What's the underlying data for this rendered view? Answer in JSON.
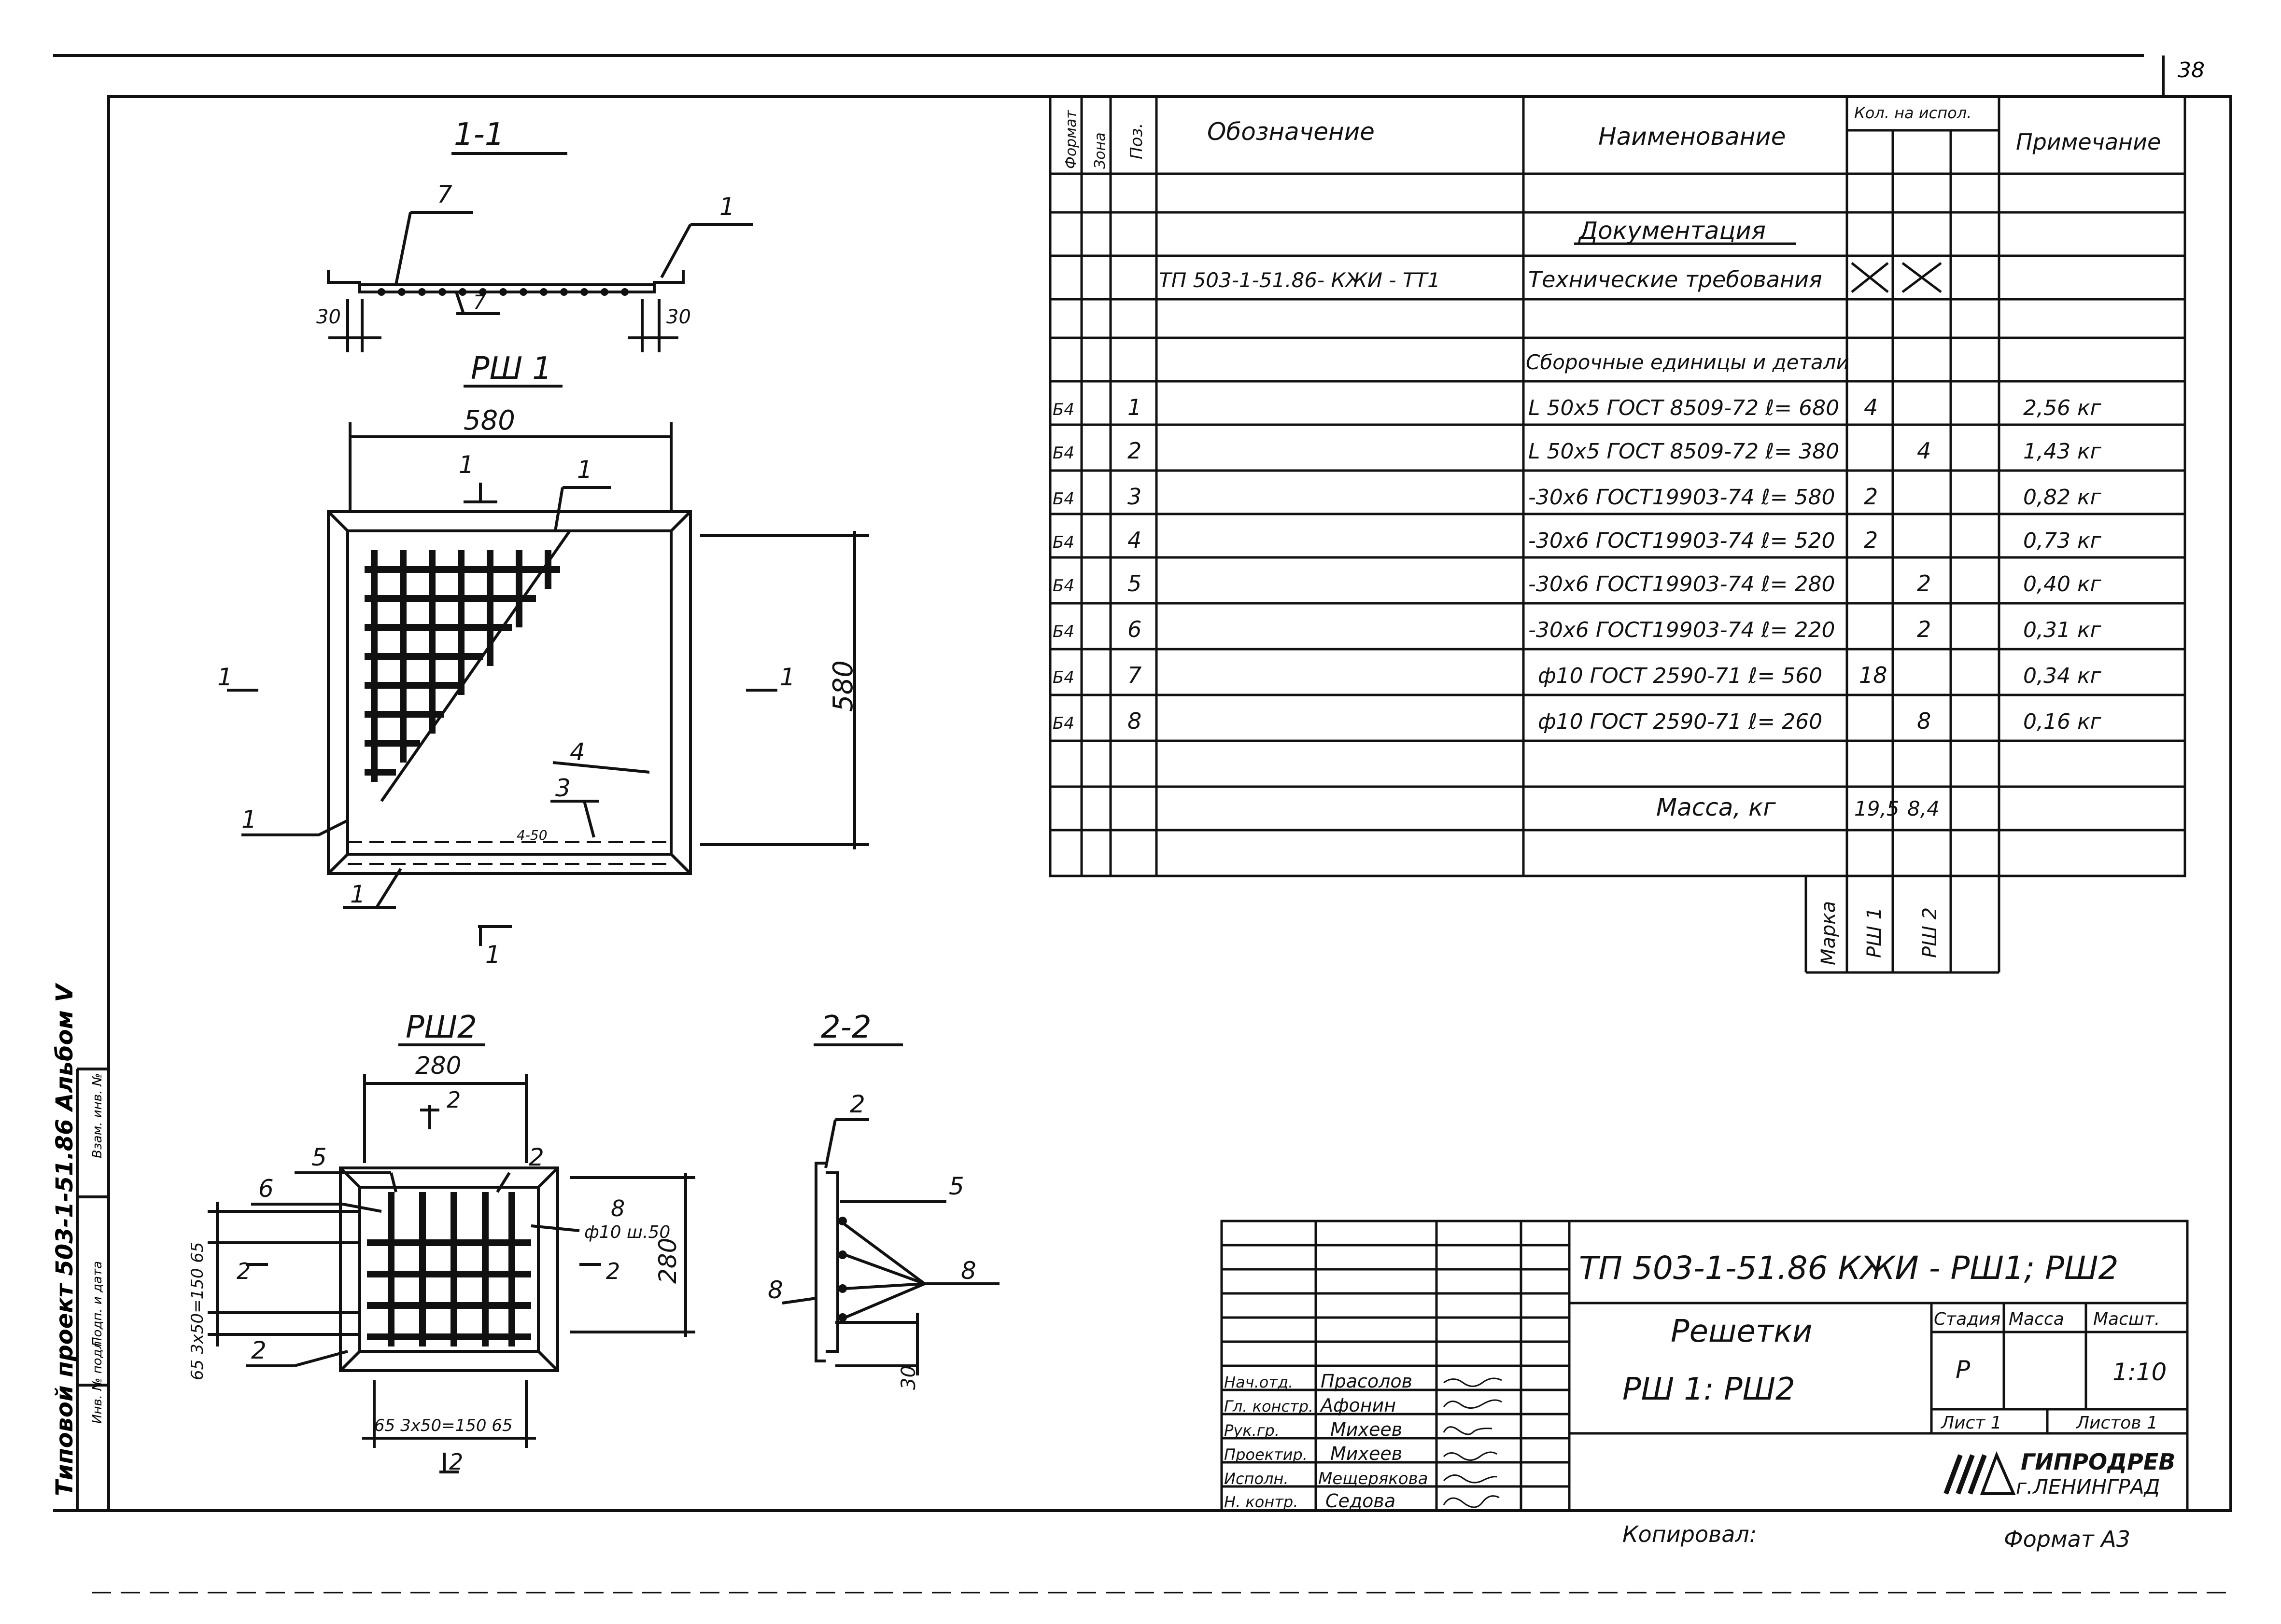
{
  "page_number": "38",
  "margin_stamp": [
    "Типовой проект 503-1-51.86 Альбом V",
    "Инв. № подл.",
    "Подп. и дата",
    "Взам. инв. №"
  ],
  "sections": {
    "sec11": {
      "title": "1-1",
      "callouts": [
        "7",
        "1",
        "7"
      ],
      "dims": [
        "30",
        "30"
      ]
    },
    "rsh1": {
      "title": "РШ 1",
      "dim_w": "580",
      "dim_h": "580",
      "section_mark": "1",
      "callouts": [
        "1",
        "1",
        "4",
        "3",
        "1",
        "1"
      ],
      "inner_note": "4-50"
    },
    "rsh2": {
      "title": "РШ2",
      "dim_w": "280",
      "dim_h": "280",
      "section_mark": "2",
      "callouts": [
        "5",
        "2",
        "6",
        "8",
        "2"
      ],
      "bar_note": "ф10 ш.50",
      "dim_left": "65 3х50=150 65",
      "dim_bottom": "65 3х50=150 65"
    },
    "sec22": {
      "title": "2-2",
      "callouts": [
        "2",
        "5",
        "8",
        "8"
      ],
      "dim": "30"
    }
  },
  "spec": {
    "header": {
      "format": "Формат",
      "zone": "Зона",
      "pos": "Поз.",
      "designation": "Обозначение",
      "name": "Наименование",
      "qty": "Кол. на испол.",
      "note": "Примечание"
    },
    "doc_heading": "Документация",
    "doc_row": {
      "designation": "ТП 503-1-51.86- КЖИ - ТТ1",
      "name": "Технические требования"
    },
    "asm_heading": "Сборочные единицы и детали",
    "rows": [
      {
        "fmt": "Б4",
        "pos": "1",
        "name": "L 50х5 ГОСТ 8509-72  ℓ= 680",
        "q1": "4",
        "q2": "",
        "note": "2,56  кг"
      },
      {
        "fmt": "Б4",
        "pos": "2",
        "name": "L 50х5 ГОСТ 8509-72  ℓ= 380",
        "q1": "",
        "q2": "4",
        "note": "1,43  кг"
      },
      {
        "fmt": "Б4",
        "pos": "3",
        "name": "-30х6 ГОСТ19903-74  ℓ= 580",
        "q1": "2",
        "q2": "",
        "note": "0,82  кг"
      },
      {
        "fmt": "Б4",
        "pos": "4",
        "name": "-30х6 ГОСТ19903-74  ℓ= 520",
        "q1": "2",
        "q2": "",
        "note": "0,73  кг"
      },
      {
        "fmt": "Б4",
        "pos": "5",
        "name": "-30х6 ГОСТ19903-74  ℓ= 280",
        "q1": "",
        "q2": "2",
        "note": "0,40  кг"
      },
      {
        "fmt": "Б4",
        "pos": "6",
        "name": "-30х6 ГОСТ19903-74  ℓ= 220",
        "q1": "",
        "q2": "2",
        "note": "0,31  кг"
      },
      {
        "fmt": "Б4",
        "pos": "7",
        "name": "ф10 ГОСТ 2590-71  ℓ= 560",
        "q1": "18",
        "q2": "",
        "note": "0,34  кг"
      },
      {
        "fmt": "Б4",
        "pos": "8",
        "name": "ф10 ГОСТ 2590-71  ℓ= 260",
        "q1": "",
        "q2": "8",
        "note": "0,16  кг"
      }
    ],
    "mass_label": "Масса,  кг",
    "mass_q1": "19,5",
    "mass_q2": "8,4",
    "marka_label": "Марка",
    "marks": [
      "РШ 1",
      "РШ 2"
    ]
  },
  "title_block": {
    "code": "ТП  503-1-51.86  КЖИ - РШ1; РШ2",
    "title_line1": "Решетки",
    "title_line2": "РШ 1:  РШ2",
    "stage_label": "Стадия",
    "mass_label": "Масса",
    "scale_label": "Масшт.",
    "stage": "Р",
    "scale": "1:10",
    "sheet": "Лист 1",
    "sheets": "Листов 1",
    "org_line1": "ГИПРОДРЕВ",
    "org_line2": "г.ЛЕНИНГРАД",
    "staff": [
      {
        "role": "Нач.отд.",
        "name": "Прасолов"
      },
      {
        "role": "Гл. констр.",
        "name": "Афонин"
      },
      {
        "role": "Рук.гр.",
        "name": "Михеев"
      },
      {
        "role": "Проектир.",
        "name": "Михеев"
      },
      {
        "role": "Исполн.",
        "name": "Мещерякова"
      },
      {
        "role": "Н. контр.",
        "name": "Седова"
      }
    ],
    "copied": "Копировал:",
    "format": "Формат А3"
  }
}
